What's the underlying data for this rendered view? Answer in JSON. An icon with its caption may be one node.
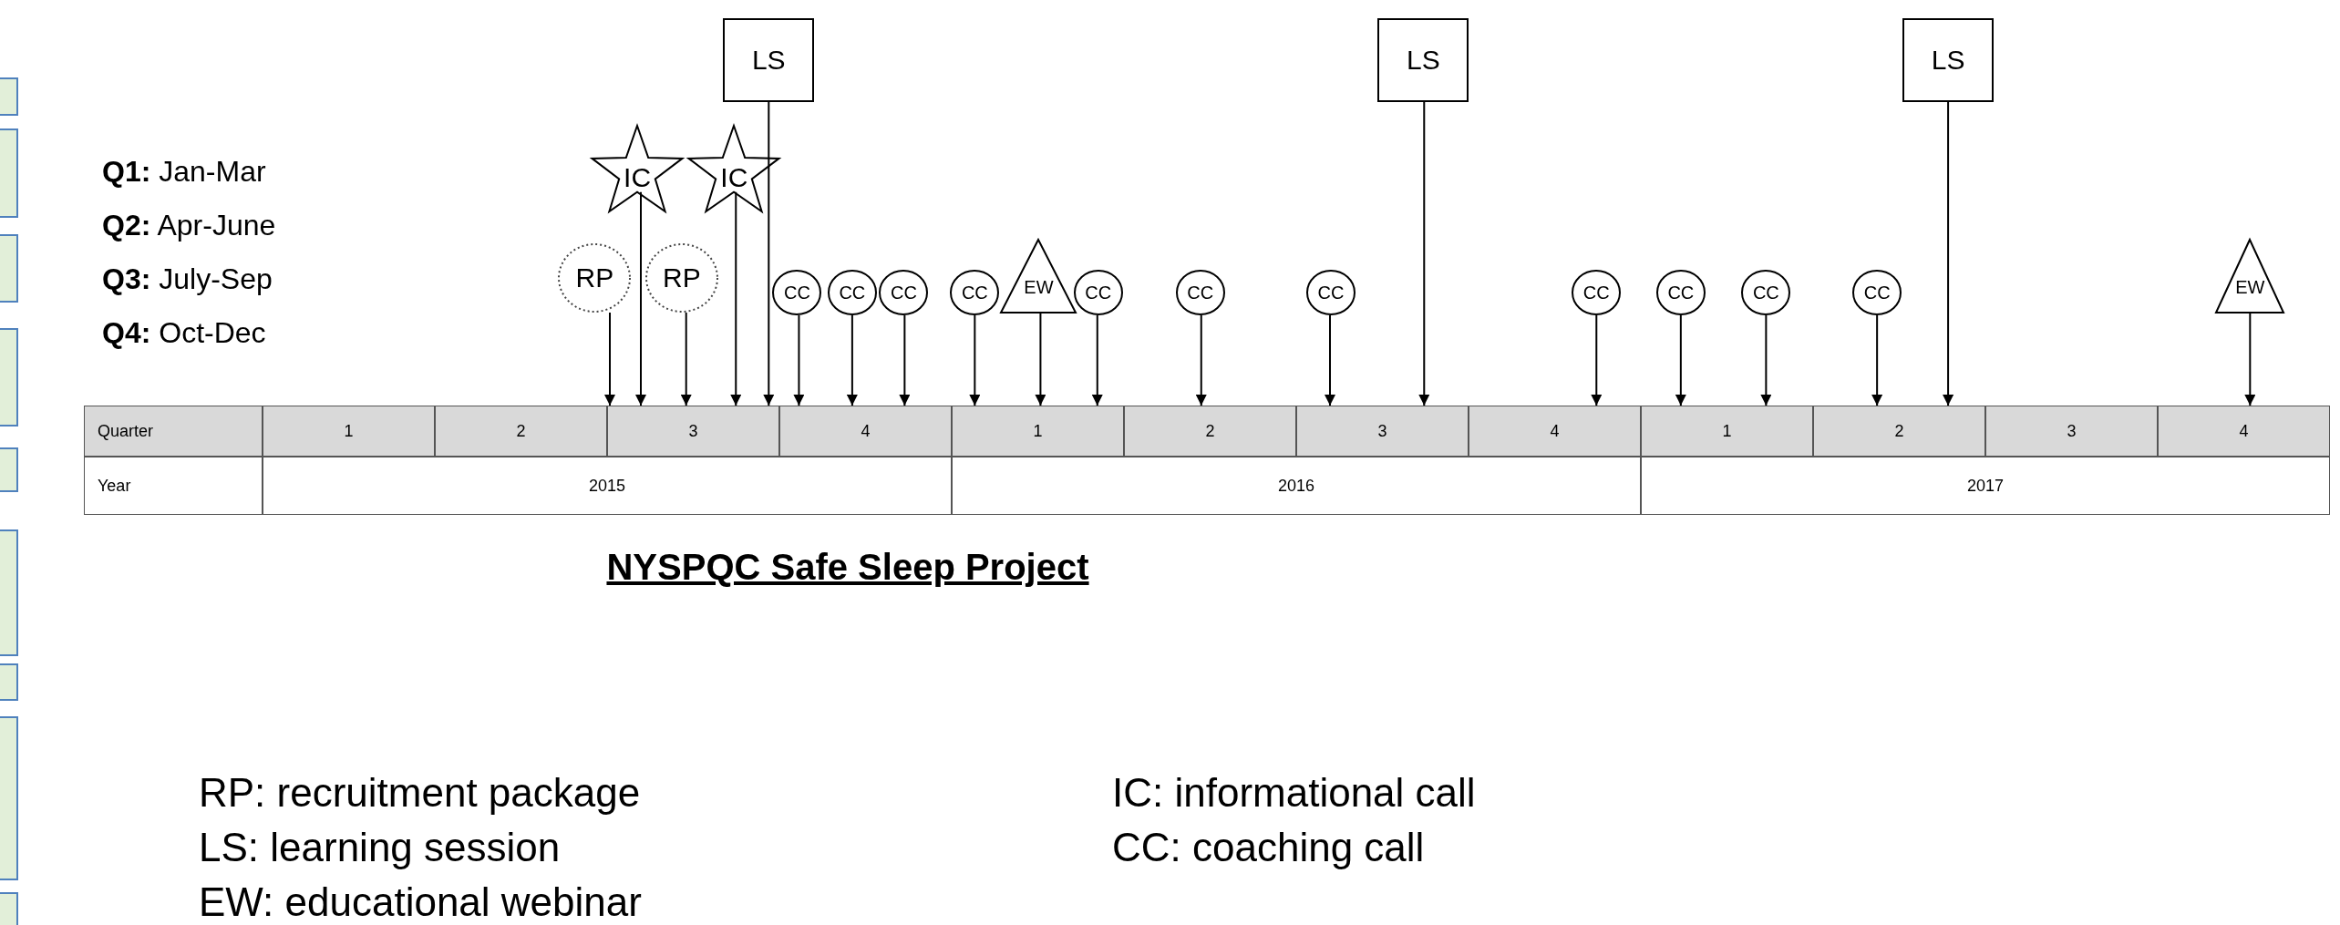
{
  "diagram": {
    "title": "NYSPQC Safe Sleep Project",
    "nodes": [
      {
        "text": [
          "RP"
        ]
      },
      {
        "text": [
          "IC"
        ]
      },
      {
        "text": [
          "RP"
        ]
      },
      {
        "text": [
          "IC"
        ]
      },
      {
        "text": [
          "LS"
        ]
      },
      {
        "text": [
          "CC"
        ]
      },
      {
        "text": [
          "CC"
        ]
      },
      {
        "text": [
          "CC"
        ]
      },
      {
        "text": [
          "CC"
        ]
      },
      {
        "text": [
          "EW"
        ]
      },
      {
        "text": [
          "CC"
        ]
      },
      {
        "text": [
          "CC"
        ]
      },
      {
        "text": [
          "CC"
        ]
      },
      {
        "text": [
          "LS"
        ]
      },
      {
        "text": [
          "CC"
        ]
      },
      {
        "text": [
          "CC"
        ]
      },
      {
        "text": [
          "CC"
        ]
      },
      {
        "text": [
          "CC"
        ]
      },
      {
        "text": [
          "LS"
        ]
      },
      {
        "text": [
          "EW"
        ]
      },
      {
        "text": [
          "1"
        ]
      },
      {
        "text": [
          "2"
        ]
      },
      {
        "text": [
          "3"
        ]
      },
      {
        "text": [
          "4"
        ]
      },
      {
        "text": [
          "1"
        ]
      },
      {
        "text": [
          "2"
        ]
      },
      {
        "text": [
          "3"
        ]
      },
      {
        "text": [
          "4"
        ]
      },
      {
        "text": [
          "1"
        ]
      },
      {
        "text": [
          "2"
        ]
      },
      {
        "text": [
          "3"
        ]
      },
      {
        "text": [
          "4"
        ]
      }
    ],
    "edges": [
      {
        "from": 0,
        "to": 22,
        "arrow": "to"
      },
      {
        "from": 1,
        "to": 22,
        "arrow": "to"
      },
      {
        "from": 2,
        "to": 22,
        "arrow": "to"
      },
      {
        "from": 3,
        "to": 22,
        "arrow": "to"
      },
      {
        "from": 4,
        "to": 22,
        "arrow": "to"
      },
      {
        "from": 5,
        "to": 23,
        "arrow": "to"
      },
      {
        "from": 6,
        "to": 23,
        "arrow": "to"
      },
      {
        "from": 7,
        "to": 23,
        "arrow": "to"
      },
      {
        "from": 8,
        "to": 24,
        "arrow": "to"
      },
      {
        "from": 9,
        "to": 24,
        "arrow": "to"
      },
      {
        "from": 10,
        "to": 24,
        "arrow": "to"
      },
      {
        "from": 11,
        "to": 25,
        "arrow": "to"
      },
      {
        "from": 12,
        "to": 26,
        "arrow": "to"
      },
      {
        "from": 13,
        "to": 26,
        "arrow": "to"
      },
      {
        "from": 14,
        "to": 27,
        "arrow": "to"
      },
      {
        "from": 15,
        "to": 28,
        "arrow": "to"
      },
      {
        "from": 16,
        "to": 28,
        "arrow": "to"
      },
      {
        "from": 17,
        "to": 29,
        "arrow": "to"
      },
      {
        "from": 18,
        "to": 29,
        "arrow": "to"
      },
      {
        "from": 19,
        "to": 31,
        "arrow": "to"
      }
    ],
    "labels": [
      "**Q1:** Jan-Mar",
      "**Q2:** Apr-June",
      "**Q3:** July-Sep",
      "**Q4:** Oct-Dec",
      "Quarter",
      "Year",
      "2015",
      "2016",
      "2017",
      "RP: recruitment package",
      "IC: informational call",
      "LS: learning session",
      "CC: coaching call",
      "EW: educational webinar"
    ]
  }
}
